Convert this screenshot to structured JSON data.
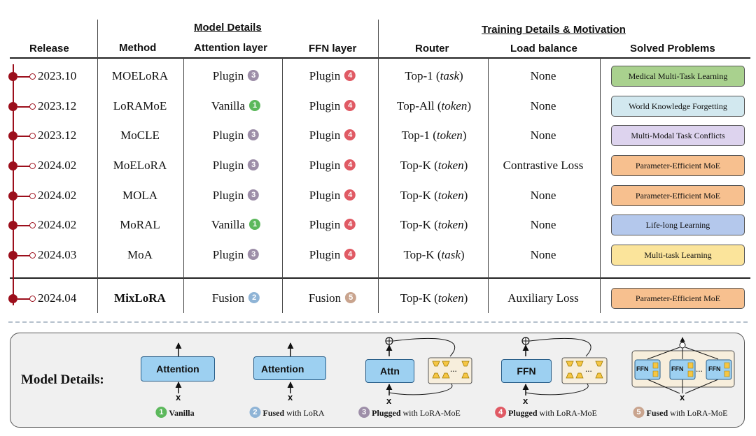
{
  "headers": {
    "model_details": "Model Details",
    "training_details": "Training Details & Motivation",
    "release": "Release",
    "method": "Method",
    "attention": "Attention layer",
    "ffn": "FFN layer",
    "router": "Router",
    "load_balance": "Load balance",
    "solved": "Solved Problems"
  },
  "rows": [
    {
      "date": "2023.10",
      "method": "MOELoRA",
      "attn": "Plugin",
      "attn_badge": "3",
      "ffn": "Plugin",
      "ffn_badge": "4",
      "router_pre": "Top-1 (",
      "router_em": "task",
      "router_post": ")",
      "lb": "None",
      "problem": "Medical Multi-Task Learning",
      "color": "#a9d18e"
    },
    {
      "date": "2023.12",
      "method": "LoRAMoE",
      "attn": "Vanilla",
      "attn_badge": "1",
      "ffn": "Plugin",
      "ffn_badge": "4",
      "router_pre": "Top-All (",
      "router_em": "token",
      "router_post": ")",
      "lb": "None",
      "problem": "World Knowledge Forgetting",
      "color": "#d2e8ef"
    },
    {
      "date": "2023.12",
      "method": "MoCLE",
      "attn": "Plugin",
      "attn_badge": "3",
      "ffn": "Plugin",
      "ffn_badge": "4",
      "router_pre": "Top-1 (",
      "router_em": "token",
      "router_post": ")",
      "lb": "None",
      "problem": "Multi-Modal Task Conflicts",
      "color": "#ddd3ee"
    },
    {
      "date": "2024.02",
      "method": "MoELoRA",
      "attn": "Plugin",
      "attn_badge": "3",
      "ffn": "Plugin",
      "ffn_badge": "4",
      "router_pre": "Top-K (",
      "router_em": "token",
      "router_post": ")",
      "lb": "Contrastive Loss",
      "problem": "Parameter-Efficient MoE",
      "color": "#f7c08f"
    },
    {
      "date": "2024.02",
      "method": "MOLA",
      "attn": "Plugin",
      "attn_badge": "3",
      "ffn": "Plugin",
      "ffn_badge": "4",
      "router_pre": "Top-K (",
      "router_em": "token",
      "router_post": ")",
      "lb": "None",
      "problem": "Parameter-Efficient MoE",
      "color": "#f7c08f"
    },
    {
      "date": "2024.02",
      "method": "MoRAL",
      "attn": "Vanilla",
      "attn_badge": "1",
      "ffn": "Plugin",
      "ffn_badge": "4",
      "router_pre": "Top-K (",
      "router_em": "token",
      "router_post": ")",
      "lb": "None",
      "problem": "Life-long Learning",
      "color": "#b4c8ec"
    },
    {
      "date": "2024.03",
      "method": "MoA",
      "attn": "Plugin",
      "attn_badge": "3",
      "ffn": "Plugin",
      "ffn_badge": "4",
      "router_pre": "Top-K (",
      "router_em": "task",
      "router_post": ")",
      "lb": "None",
      "problem": "Multi-task Learning",
      "color": "#fbe49b"
    },
    {
      "date": "2024.04",
      "method": "MixLoRA",
      "attn": "Fusion",
      "attn_badge": "2",
      "ffn": "Fusion",
      "ffn_badge": "5",
      "router_pre": "Top-K (",
      "router_em": "token",
      "router_post": ")",
      "lb": "Auxiliary Loss",
      "problem": "Parameter-Efficient MoE",
      "color": "#f7c08f"
    }
  ],
  "legend": {
    "title": "Model Details:",
    "attention": "Attention",
    "attn_short": "Attn",
    "ffn": "FFN",
    "x": "x",
    "dots": "...",
    "items": [
      {
        "num": "1",
        "bold": "Vanilla",
        "rest": ""
      },
      {
        "num": "2",
        "bold": "Fused",
        "rest": " with LoRA"
      },
      {
        "num": "3",
        "bold": "Plugged",
        "rest": " with LoRA-MoE"
      },
      {
        "num": "4",
        "bold": "Plugged",
        "rest": " with LoRA-MoE"
      },
      {
        "num": "5",
        "bold": "Fused",
        "rest": " with LoRA-MoE"
      }
    ]
  }
}
